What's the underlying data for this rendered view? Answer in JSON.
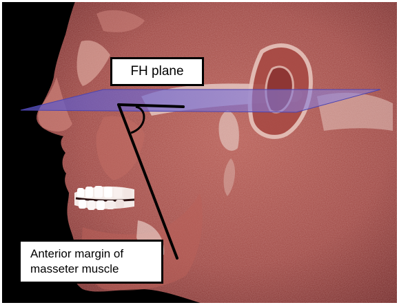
{
  "labels": {
    "fh_plane": "FH plane",
    "masseter_line1": "Anterior margin of",
    "masseter_line2": "masseter muscle"
  },
  "colors": {
    "background": "#000000",
    "tissue_dark": "#7d2a2a",
    "tissue_mid": "#a8504a",
    "tissue_light": "#d99a8f",
    "bone_white": "#f1e4df",
    "plane_fill": "#6f63c9",
    "annotation_line": "#000000",
    "label_background": "#ffffff"
  }
}
